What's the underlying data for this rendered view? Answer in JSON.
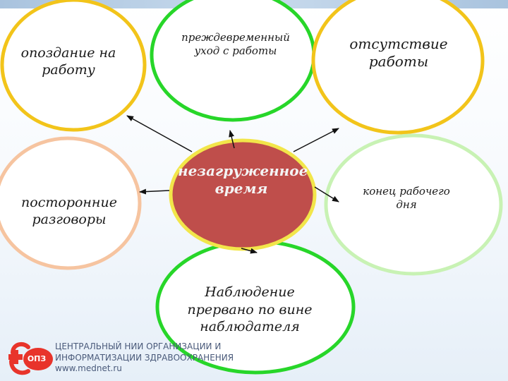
{
  "diagram": {
    "center": "незагруженное время",
    "nodes": {
      "late": "опоздание на работу",
      "early_leave": "преждевременный уход с работы",
      "absence": "отсутствие работы",
      "chatter": "посторонние разговоры",
      "end_of_day": "конец рабочего дня",
      "interrupted": "Наблюдение прервано по вине наблюдателя"
    }
  },
  "colors": {
    "center_fill": "#bf4e4b",
    "center_border": "#f2e64a",
    "yellow_ring": "#f2c41a",
    "green_ring": "#27d629",
    "peach_ring": "#f6c4a0",
    "pale_green_ring": "#c8f2b4",
    "arrow": "#111111"
  },
  "logo": {
    "line1": "ЦЕНТРАЛЬНЫЙ НИИ ОРГАНИЗАЦИИ И",
    "line2": "ИНФОРМАТИЗАЦИИ ЗДРАВООХРАНЕНИЯ",
    "url": "www.mednet.ru",
    "badge": "ОПЗ"
  }
}
